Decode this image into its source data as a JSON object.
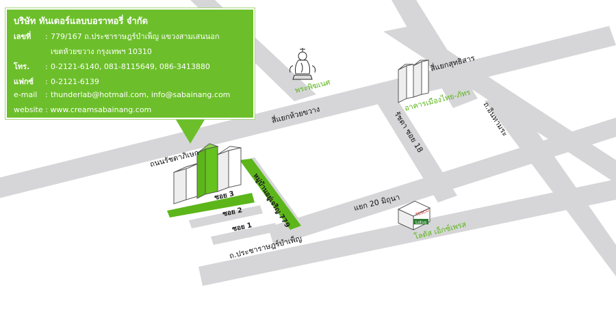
{
  "company": {
    "name": "บริษัท ทันเดอร์แลบบอราทอรี่ จำกัด",
    "address_label": "เลขที่",
    "address_line1": "779/167 ถ.ประชาราษฎร์บำเพ็ญ แขวงสามเสนนอก",
    "address_line2": "เขตห้วยขวาง กรุงเทพฯ 10310",
    "phone_label": "โทร.",
    "phone": "0-2121-6140, 081-8115649, 086-3413880",
    "fax_label": "แฟกซ์",
    "fax": "0-2121-6139",
    "email_label": "e-mail",
    "email": "thunderlab@hotmail.com, info@sabainang.com",
    "website_label": "website",
    "website": "www.creamsabainang.com"
  },
  "labels": {
    "road_ratchada": "ถนนรัชดาภิเษก",
    "intersection_huaikhwang": "สี่แยกห้วยขวาง",
    "intersection_sutthisan": "สี่แยกสุทธิสาร",
    "road_inthamara": "ถ.อินทามระ",
    "ratchada_soi18": "รัชดา ซอย 18",
    "building_muangthai": "อาคารเมืองไทย-ภัทร",
    "shrine": "พระพิฆเนศ",
    "soi3": "ซอย 3",
    "soi2": "ซอย 2",
    "soi1": "ซอย 1",
    "village": "หมู่บ้านอยู่เจริญ 779",
    "junction_20june": "แยก 20 มิถุนา",
    "road_pracharat": "ถ.ประชาราษฎร์บำเพ็ญ",
    "tesco_lotus": "โลตัส เอ็กซ์เพรส",
    "tesco_sign": "TESCO",
    "lotus_sign": "Lotus"
  },
  "colors": {
    "road": "#d6d6d8",
    "highlight": "#5cb61a",
    "bubble": "#6cbf2a",
    "building_face": "#ffffff",
    "building_side": "#eeeeee"
  },
  "icons": [
    "ganesha-icon",
    "tesco-lotus-store-icon"
  ]
}
